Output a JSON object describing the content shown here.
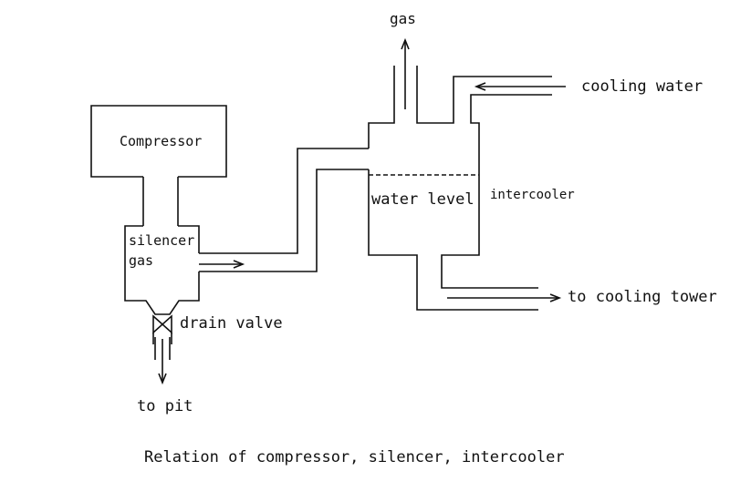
{
  "diagram": {
    "caption": "Relation of compressor, silencer, intercooler",
    "labels": {
      "compressor": "Compressor",
      "silencer": "silencer",
      "silencer_gas": "gas",
      "gas_out": "gas",
      "cooling_water": "cooling water",
      "intercooler": "intercooler",
      "water_level": "water level",
      "to_cooling_tower": "to cooling tower",
      "drain_valve": "drain valve",
      "to_pit": "to pit"
    },
    "colors": {
      "line": "#111111",
      "background": "#ffffff"
    }
  }
}
